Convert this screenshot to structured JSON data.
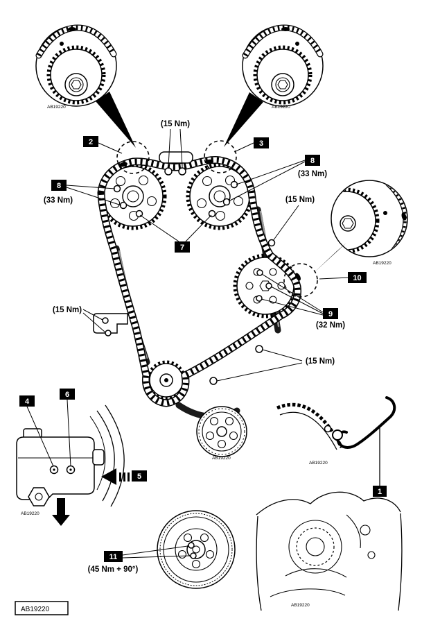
{
  "diagram": {
    "callouts": {
      "n1": "1",
      "n2": "2",
      "n3": "3",
      "n4": "4",
      "n5": "5",
      "n6": "6",
      "n7": "7",
      "n8_left": "8",
      "n8_right": "8",
      "n9": "9",
      "n10": "10",
      "n11": "11"
    },
    "torques": {
      "top_guide": "(15 Nm)",
      "cam_left": "(33 Nm)",
      "cam_right": "(33 Nm)",
      "guide_right": "(15 Nm)",
      "oil_pump": "(32 Nm)",
      "tensioner_left": "(15 Nm)",
      "guide_lower": "(15 Nm)",
      "crank_bolt": "(45 Nm + 90°)"
    },
    "refs": {
      "inset_top_left": "AB19220",
      "inset_top_right": "AB19220",
      "inset_right": "AB19220",
      "main": "AB19220",
      "pump": "AB19220",
      "tool": "AB19220",
      "engine": "AB19220",
      "footer": "AB19220"
    }
  }
}
